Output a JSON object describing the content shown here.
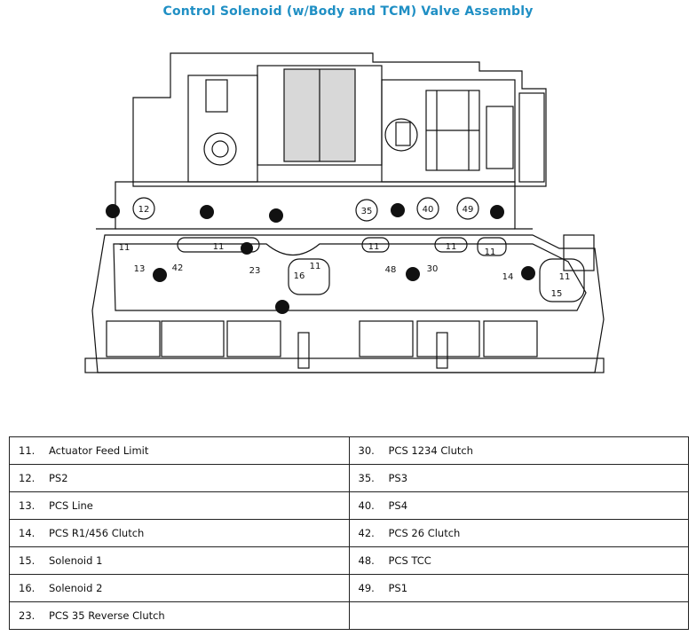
{
  "title": "Control Solenoid (w/Body and TCM) Valve Assembly",
  "diagram_labels": {
    "l12": "12",
    "l35": "35",
    "l40": "40",
    "l49": "49",
    "l11a": "11",
    "l11b": "11",
    "l13": "13",
    "l42": "42",
    "l23": "23",
    "l16": "16",
    "l11c": "11",
    "l11d": "11",
    "l11e": "11",
    "l48": "48",
    "l30": "30",
    "l11f": "11",
    "l14": "14",
    "l11g": "11",
    "l15": "15"
  },
  "legend": {
    "left": [
      {
        "num": "11.",
        "label": "Actuator Feed Limit"
      },
      {
        "num": "12.",
        "label": "PS2"
      },
      {
        "num": "13.",
        "label": "PCS Line"
      },
      {
        "num": "14.",
        "label": "PCS R1/456 Clutch"
      },
      {
        "num": "15.",
        "label": "Solenoid 1"
      },
      {
        "num": "16.",
        "label": "Solenoid 2"
      },
      {
        "num": "23.",
        "label": "PCS 35 Reverse Clutch"
      }
    ],
    "right": [
      {
        "num": "30.",
        "label": "PCS 1234 Clutch"
      },
      {
        "num": "35.",
        "label": "PS3"
      },
      {
        "num": "40.",
        "label": "PS4"
      },
      {
        "num": "42.",
        "label": "PCS 26 Clutch"
      },
      {
        "num": "48.",
        "label": "PCS TCC"
      },
      {
        "num": "49.",
        "label": "PS1"
      },
      {
        "num": "",
        "label": ""
      }
    ]
  }
}
